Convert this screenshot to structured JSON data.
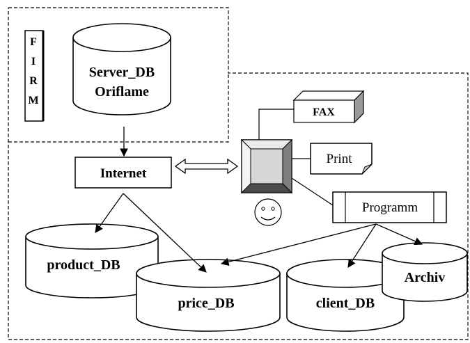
{
  "firm_label": [
    "F",
    "I",
    "R",
    "M"
  ],
  "server_db": {
    "line1": "Server_DB",
    "line2": "Oriflame"
  },
  "internet_label": "Internet",
  "fax_label": "FAX",
  "print_label": "Print",
  "programm_label": "Programm",
  "databases": {
    "product": "product_DB",
    "price": "price_DB",
    "client": "client_DB",
    "archiv": "Archiv"
  },
  "icons": {
    "computer": "computer-icon",
    "user": "smiley-face-icon",
    "double_arrow": "double-arrow-icon"
  }
}
